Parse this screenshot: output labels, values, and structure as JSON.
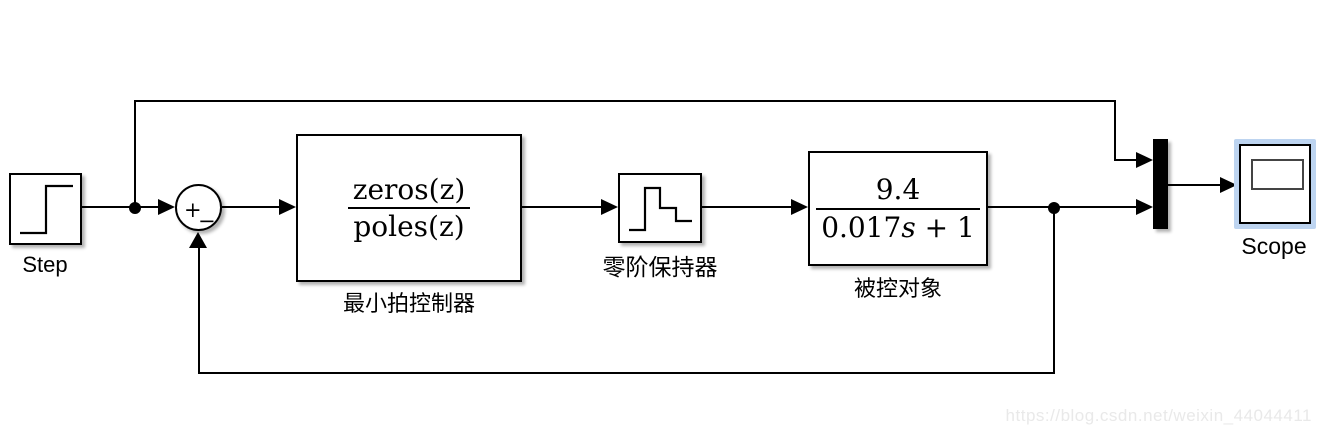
{
  "blocks": {
    "step": {
      "name": "Step"
    },
    "sum": {
      "plus": "+",
      "minus": "−"
    },
    "controller": {
      "numerator": "zeros(z)",
      "denominator": "poles(z)",
      "label": "最小拍控制器"
    },
    "zoh": {
      "label": "零阶保持器"
    },
    "plant": {
      "numerator": "9.4",
      "den_coeff": "0.017",
      "den_var": "s",
      "den_tail": " + 1",
      "label": "被控对象"
    },
    "scope": {
      "name": "Scope"
    }
  },
  "icons": {
    "step_icon": "step-waveform",
    "zoh_icon": "staircase-waveform",
    "mux_icon": "mux-bar",
    "scope_icon": "scope-display"
  },
  "colors": {
    "line": "#000000",
    "block_border": "#000000",
    "block_fill": "#ffffff",
    "scope_frame": "#bdd4f0",
    "background": "#ffffff",
    "watermark": "#e9e9e9"
  },
  "watermark": {
    "text": "https://blog.csdn.net/weixin_44044411"
  }
}
